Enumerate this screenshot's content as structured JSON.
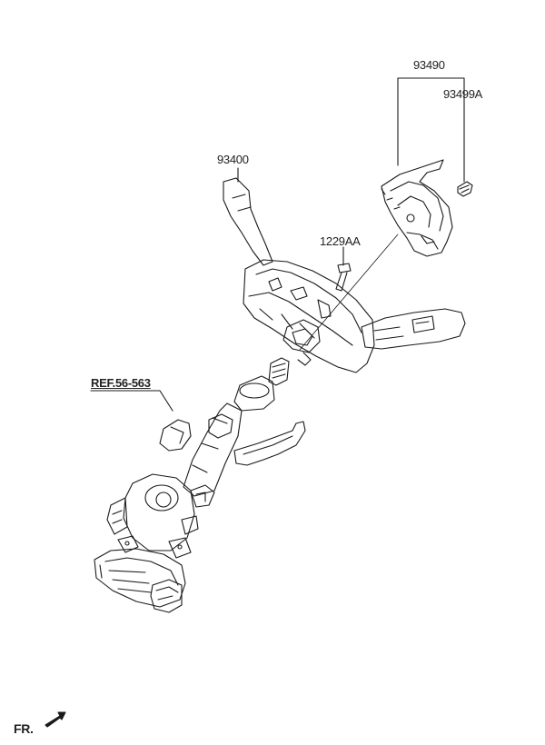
{
  "diagram": {
    "parts": [
      {
        "id": "p93490",
        "number": "93490"
      },
      {
        "id": "p93499a",
        "number": "93499A"
      },
      {
        "id": "p93400",
        "number": "93400"
      },
      {
        "id": "p1229aa",
        "number": "1229AA"
      },
      {
        "id": "ref",
        "number": "REF.56-563"
      }
    ],
    "orientation_label": "FR.",
    "line_color": "#1a1a1a"
  }
}
